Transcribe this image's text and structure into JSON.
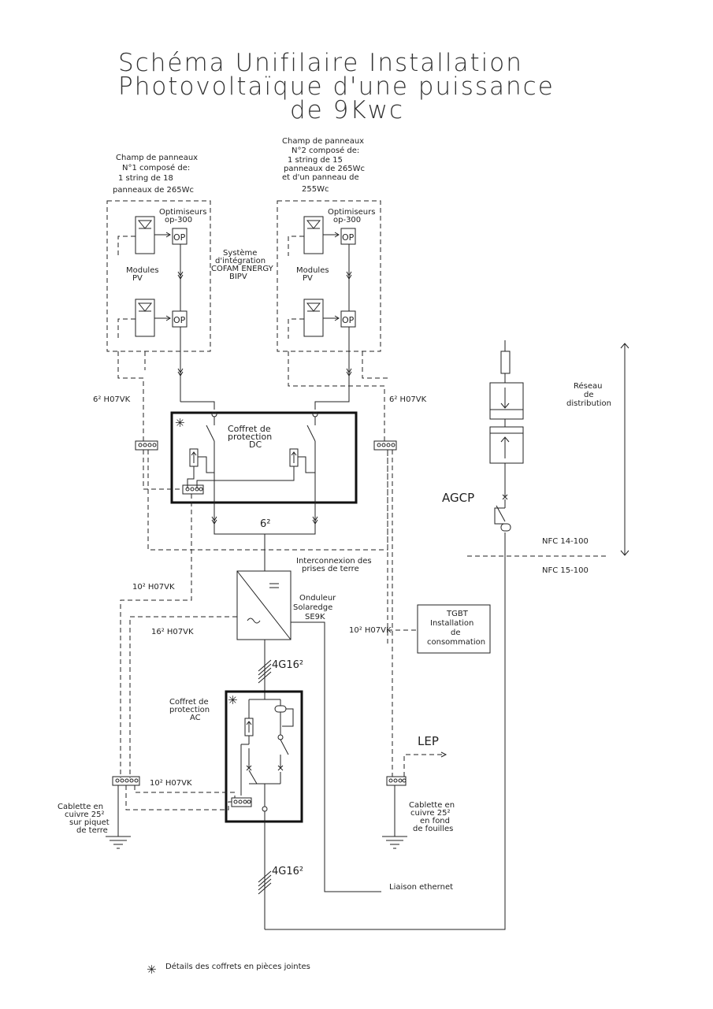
{
  "title": {
    "line1": "Schéma Unifilaire Installation",
    "line2": "Photovoltaïque d'une puissance",
    "line3": "de 9Kwc"
  },
  "field1": {
    "lines": [
      "Champ de panneaux",
      "N°1 composé de:",
      "1 string de 18",
      "panneaux de 265Wc"
    ],
    "optimiseurs": [
      "Optimiseurs",
      "op-300"
    ],
    "modules": [
      "Modules",
      "PV"
    ],
    "op_label": "OP"
  },
  "field2": {
    "lines": [
      "Champ de panneaux",
      "N°2 composé de:",
      "1 string de 15",
      "panneaux de 265Wc",
      "et d'un panneau de",
      "255Wc"
    ],
    "optimiseurs": [
      "Optimiseurs",
      "op-300"
    ],
    "modules": [
      "Modules",
      "PV"
    ],
    "op_label": "OP"
  },
  "integration": [
    "Système",
    "d'intégration",
    "COFAM ENERGY",
    "BIPV"
  ],
  "cables": {
    "left_6": "6² H07VK",
    "right_6": "6² H07VK",
    "mid_6": "6²",
    "left_10": "10² H07VK",
    "left_16": "16² H07VK",
    "right_10": "10² H07VK",
    "ac_10": "10² H07VK",
    "g16_top": "4G16²",
    "g16_bottom": "4G16²"
  },
  "dc_box": [
    "Coffret de",
    "protection",
    "DC"
  ],
  "ac_box": [
    "Coffret de",
    "protection",
    "AC"
  ],
  "interconnexion": [
    "Interconnexion des",
    "prises de terre"
  ],
  "onduleur": [
    "Onduleur",
    "Solaredge",
    "SE9K"
  ],
  "tgbt": [
    "TGBT",
    "Installation",
    "de",
    "consommation"
  ],
  "reseau": [
    "Réseau",
    "de",
    "distribution"
  ],
  "agcp": "AGCP",
  "nfc_top": "NFC 14-100",
  "nfc_bottom": "NFC 15-100",
  "lep": "LEP",
  "earth_left": [
    "Cablette en",
    "cuivre 25²",
    "sur piquet",
    "de terre"
  ],
  "earth_right": [
    "Cablette en",
    "cuivre 25²",
    "en fond",
    "de fouilles"
  ],
  "ethernet": "Liaison ethernet",
  "footnote": "Détails des coffrets en pièces jointes",
  "asterisk": "✳"
}
